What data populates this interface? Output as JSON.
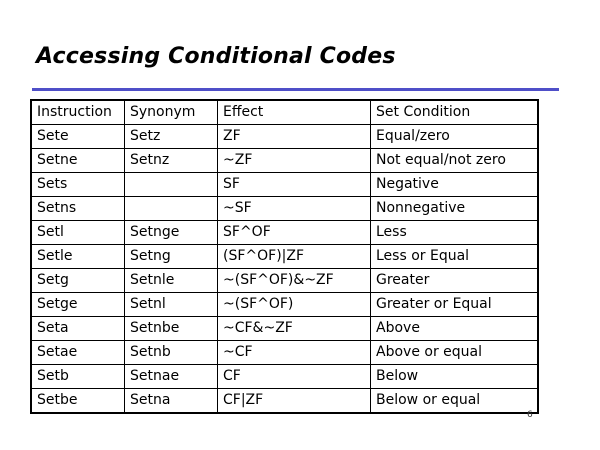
{
  "slide": {
    "title": "Accessing Conditional Codes",
    "page_number": "6",
    "accent_color": "#4f4fc8"
  },
  "table": {
    "headers": [
      "Instruction",
      "Synonym",
      "Effect",
      "Set Condition"
    ],
    "rows": [
      [
        "Sete",
        "Setz",
        "ZF",
        "Equal/zero"
      ],
      [
        "Setne",
        "Setnz",
        "~ZF",
        "Not equal/not zero"
      ],
      [
        "Sets",
        "",
        "SF",
        "Negative"
      ],
      [
        "Setns",
        "",
        "~SF",
        "Nonnegative"
      ],
      [
        "Setl",
        "Setnge",
        "SF^OF",
        "Less"
      ],
      [
        "Setle",
        "Setng",
        "(SF^OF)|ZF",
        "Less or Equal"
      ],
      [
        "Setg",
        "Setnle",
        "~(SF^OF)&~ZF",
        "Greater"
      ],
      [
        "Setge",
        "Setnl",
        "~(SF^OF)",
        "Greater or Equal"
      ],
      [
        "Seta",
        "Setnbe",
        "~CF&~ZF",
        "Above"
      ],
      [
        "Setae",
        "Setnb",
        "~CF",
        "Above or equal"
      ],
      [
        "Setb",
        "Setnae",
        "CF",
        "Below"
      ],
      [
        "Setbe",
        "Setna",
        "CF|ZF",
        "Below or equal"
      ]
    ]
  }
}
